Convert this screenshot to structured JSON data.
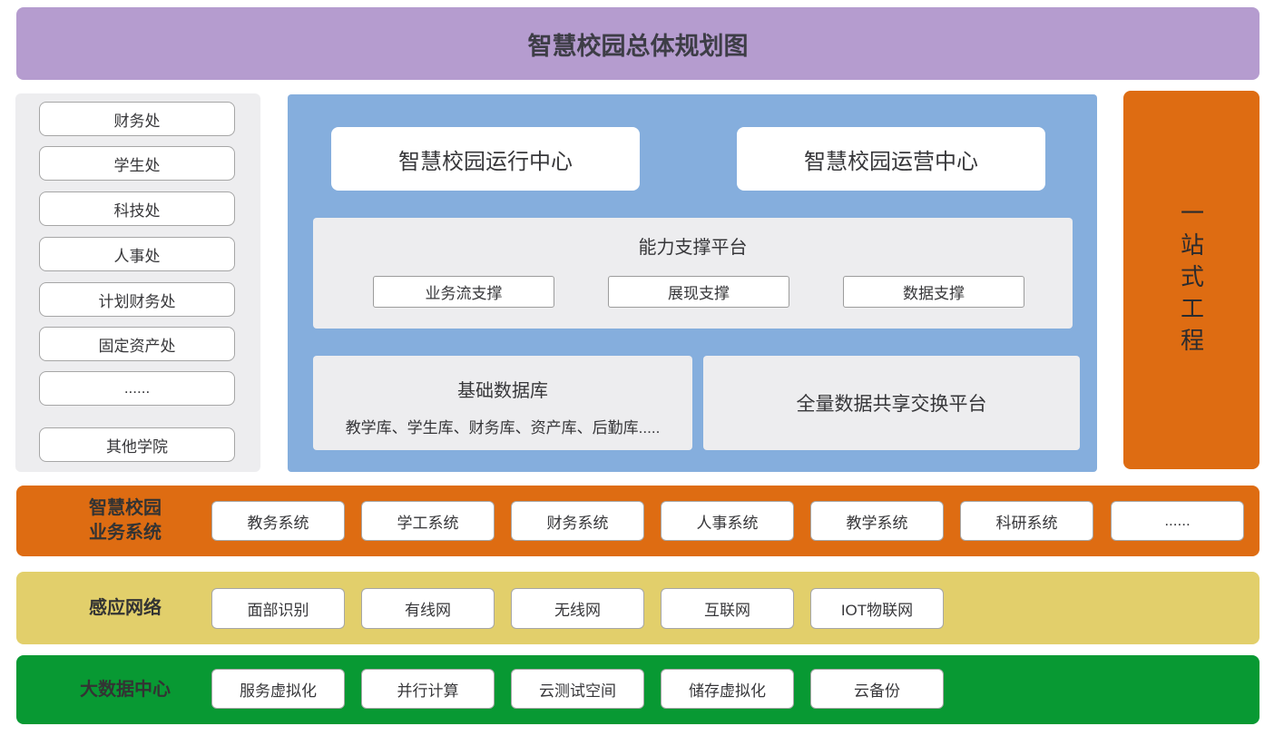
{
  "title": "智慧校园总体规划图",
  "colors": {
    "purple": "#b59ccf",
    "blue": "#85aedd",
    "orange": "#de6c12",
    "yellow": "#e2cf6b",
    "green": "#089933",
    "panel_gray": "#ededef"
  },
  "sidebar": {
    "items": [
      {
        "label": "财务处"
      },
      {
        "label": "学生处"
      },
      {
        "label": "科技处"
      },
      {
        "label": "人事处"
      },
      {
        "label": "计划财务处"
      },
      {
        "label": "固定资产处"
      },
      {
        "label": "......"
      },
      {
        "label": "其他学院"
      }
    ]
  },
  "platform": {
    "run_center": "智慧校园运行中心",
    "ops_center": "智慧校园运营中心",
    "capability": {
      "title": "能力支撑平台",
      "items": [
        {
          "label": "业务流支撑"
        },
        {
          "label": "展现支撑"
        },
        {
          "label": "数据支撑"
        }
      ]
    },
    "base_db": {
      "title": "基础数据库",
      "subtitle": "教学库、学生库、财务库、资产库、后勤库....."
    },
    "exchange": "全量数据共享交换平台"
  },
  "side_banner": "一站式工程",
  "bands": {
    "business": {
      "label_line1": "智慧校园",
      "label_line2": "业务系统",
      "items": [
        {
          "label": "教务系统"
        },
        {
          "label": "学工系统"
        },
        {
          "label": "财务系统"
        },
        {
          "label": "人事系统"
        },
        {
          "label": "教学系统"
        },
        {
          "label": "科研系统"
        },
        {
          "label": "......"
        }
      ]
    },
    "network": {
      "label": "感应网络",
      "items": [
        {
          "label": "面部识别"
        },
        {
          "label": "有线网"
        },
        {
          "label": "无线网"
        },
        {
          "label": "互联网"
        },
        {
          "label": "IOT物联网"
        }
      ]
    },
    "bigdata": {
      "label": "大数据中心",
      "items": [
        {
          "label": "服务虚拟化"
        },
        {
          "label": "并行计算"
        },
        {
          "label": "云测试空间"
        },
        {
          "label": "储存虚拟化"
        },
        {
          "label": "云备份"
        }
      ]
    }
  }
}
